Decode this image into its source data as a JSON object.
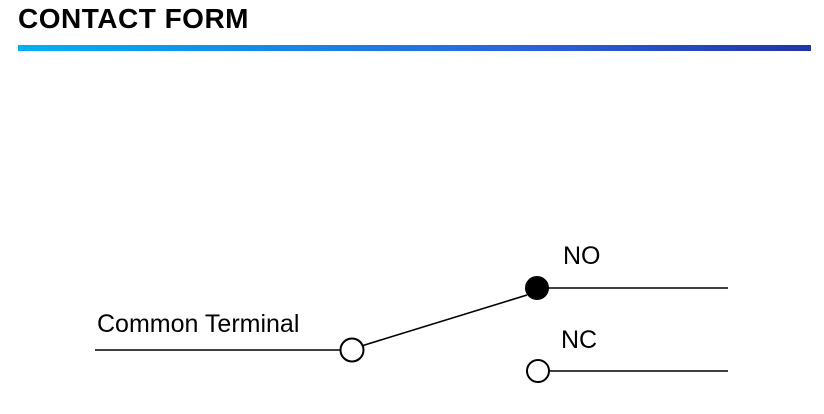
{
  "header": {
    "title": "CONTACT FORM",
    "divider_colors": {
      "start": "#00b0f0",
      "mid": "#2b62d9",
      "end": "#2135a6"
    }
  },
  "diagram": {
    "common_label": "Common Terminal",
    "no_label": "NO",
    "nc_label": "NC",
    "line_color": "#000000",
    "contact_states": {
      "no_contact": "filled",
      "nc_contact": "open",
      "common_contact": "open"
    }
  }
}
